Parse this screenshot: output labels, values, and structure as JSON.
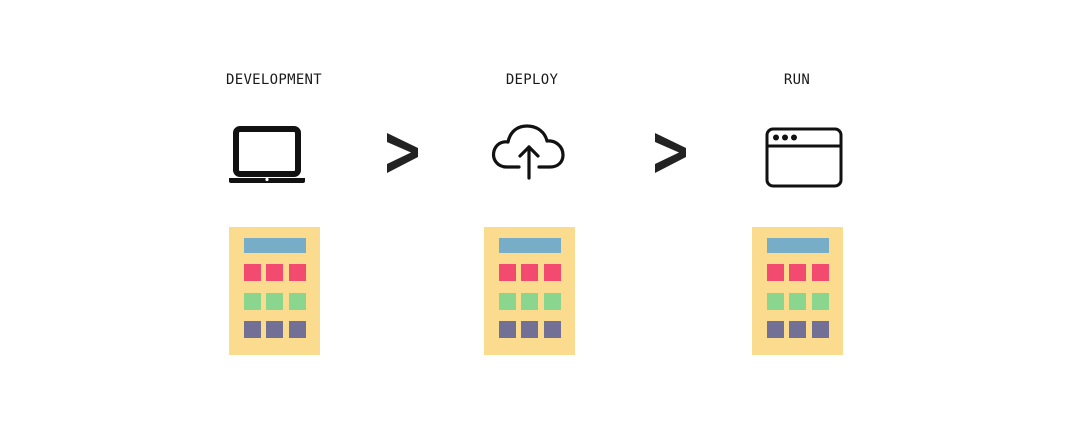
{
  "stages": [
    {
      "label": "DEVELOPMENT",
      "icon": "laptop-icon"
    },
    {
      "label": "DEPLOY",
      "icon": "cloud-upload-icon"
    },
    {
      "label": "RUN",
      "icon": "browser-window-icon"
    }
  ],
  "arrows": [
    {
      "icon": "chevron-right-icon"
    },
    {
      "icon": "chevron-right-icon"
    }
  ],
  "app_card": {
    "icon": "calculator-app-icon",
    "key_rows": [
      "accent",
      "success",
      "muted"
    ]
  },
  "colors": {
    "card_bg": "#fbdc8f",
    "screen": "#77adc7",
    "accent": "#f24b6f",
    "success": "#8ad68f",
    "muted": "#727195",
    "icon_stroke": "#111111",
    "arrow": "#222222"
  }
}
